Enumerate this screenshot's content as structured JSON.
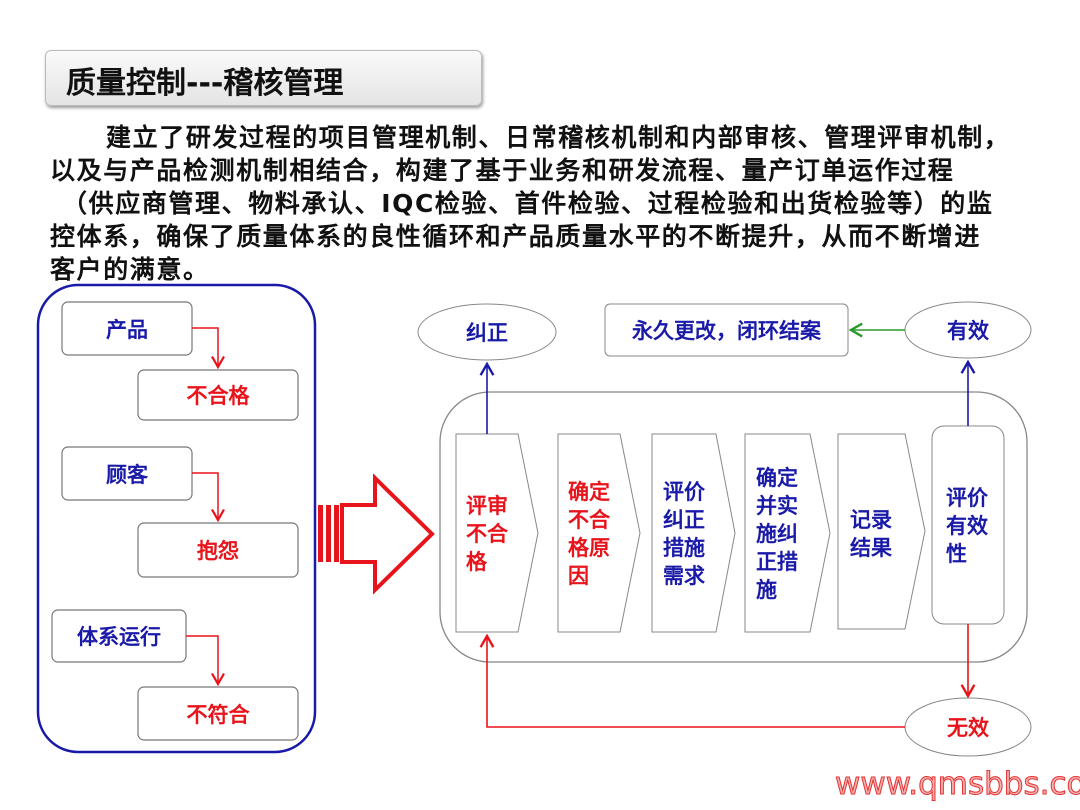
{
  "title": "质量控制---稽核管理",
  "paragraph_lines": [
    "建立了研发过程的项目管理机制、日常稽核机制和内部审核、管理评审机制，",
    "以及与产品检测机制相结合，构建了基于业务和研发流程、量产订单运作过程",
    "（供应商管理、物料承认、IQC检验、首件检验、过程检验和出货检验等）的监",
    "控体系，确保了质量体系的良性循环和产品质量水平的不断提升，从而不断增进",
    "客户的满意。"
  ],
  "sources": [
    {
      "source": "产品",
      "issue": "不合格"
    },
    {
      "source": "顾客",
      "issue": "抱怨"
    },
    {
      "source": "体系运行",
      "issue": "不符合"
    }
  ],
  "steps": [
    "评审不合格",
    "确定不合格原因",
    "评价纠正措施需求",
    "确定并实施纠正措施",
    "记录结果",
    "评价有效性"
  ],
  "outcomes": {
    "correct": "纠正",
    "effective": "有效",
    "ineffective": "无效",
    "close": "永久更改，闭环结案"
  },
  "colors": {
    "red": "#e8141c",
    "blue": "#1a1aa8",
    "green": "#2a9a2a"
  },
  "watermark": "www.qmsbbs.com"
}
